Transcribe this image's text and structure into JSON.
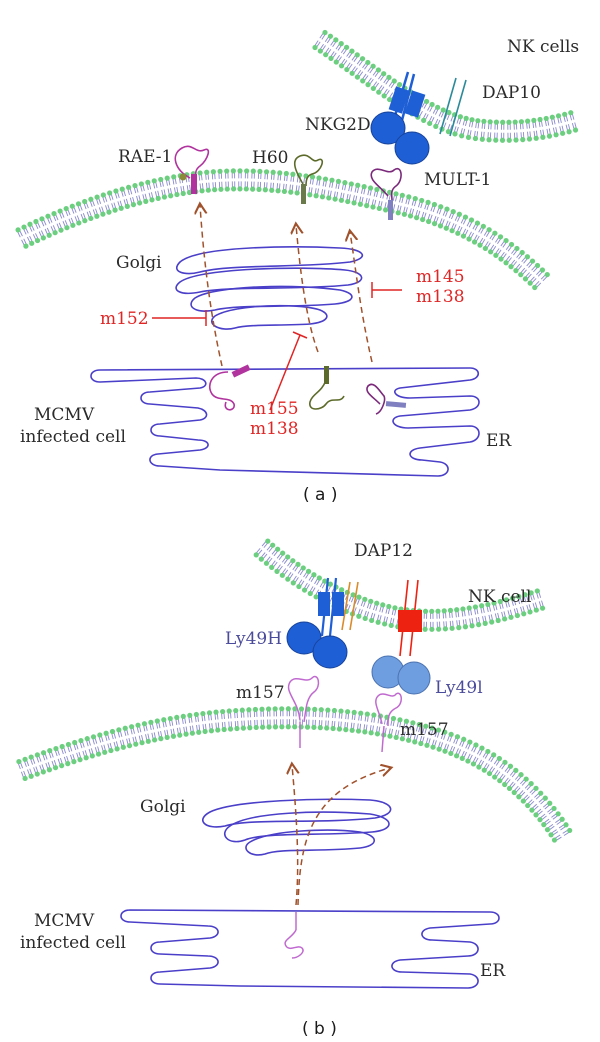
{
  "panel_a": {
    "label": "( a )",
    "nk_cells": "NK cells",
    "dap10": "DAP10",
    "nkg2d": "NKG2D",
    "rae1": "RAE-1",
    "h60": "H60",
    "mult1": "MULT-1",
    "golgi": "Golgi",
    "m145": "m145",
    "m138_upper": "m138",
    "m152": "m152",
    "m155": "m155",
    "m138_lower": "m138",
    "mcmv": "MCMV",
    "infected_cell": "infected cell",
    "er": "ER"
  },
  "panel_b": {
    "label": "( b )",
    "dap12": "DAP12",
    "nk_cell": "NK cell",
    "ly49h": "Ly49H",
    "ly49i": "Ly49l",
    "m157_left": "m157",
    "m157_right": "m157",
    "golgi": "Golgi",
    "mcmv": "MCMV",
    "infected_cell": "infected cell",
    "er": "ER"
  },
  "colors": {
    "membrane_head": "#6ccf80",
    "membrane_tail": "#8a8ad0",
    "cell_outline": "#4a3fc8",
    "receptor_blue": "#1f5fd6",
    "receptor_light": "#6f9ee0",
    "inhibitor_red": "#e02525",
    "transport_arrow": "#a0522d",
    "rae1": "#b0339e",
    "h60": "#5c6b2a",
    "mult1": "#7b2a7b",
    "m157": "#c06ad0",
    "dap12_orange": "#d98c2b",
    "ly49i_red": "#ee2211"
  }
}
